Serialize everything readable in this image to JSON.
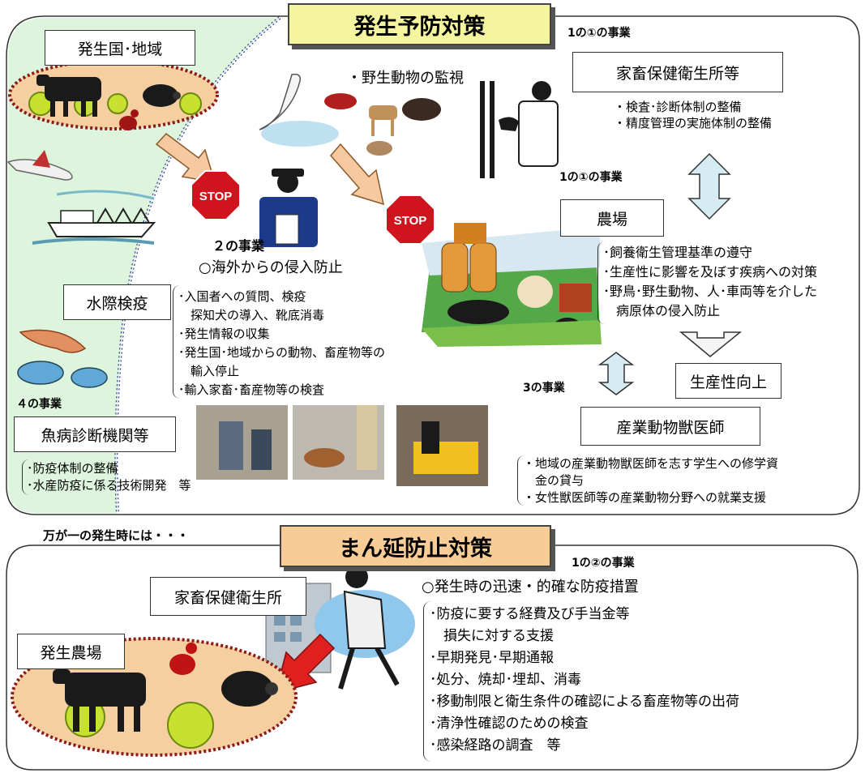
{
  "banners": {
    "prevention": "発生予防対策",
    "spread": "まん延防止対策"
  },
  "project_labels": {
    "p1a_top": "1の①の事業",
    "p1a_mid": "1の①の事業",
    "p2": "２の事業",
    "p3": "3の事業",
    "p4": "４の事業",
    "p1b": "1の②の事業"
  },
  "boxes": {
    "origin": "発生国･地域",
    "livestock_office": "家畜保健衛生所等",
    "farm": "農場",
    "quarantine": "水際検疫",
    "productivity": "生産性向上",
    "industrial_vet": "産業動物獣医師",
    "fish_lab": "魚病診断機関等",
    "office_small": "家畜保健衛生所",
    "outbreak_farm": "発生農場"
  },
  "texts": {
    "wildlife": "・野生動物の監視",
    "overseas": "○海外からの侵入防止",
    "emergency": "万が一の発生時には・・・",
    "rapid_response": "○発生時の迅速・的確な防疫措置"
  },
  "lists": {
    "office": [
      "・検査･診断体制の整備",
      "・精度管理の実施体制の整備"
    ],
    "farm": [
      "･飼養衛生管理基準の遵守",
      "･生産性に影響を及ぼす疾病への対策",
      "･野鳥･野生動物、人･車両等を介した",
      "　病原体の侵入防止"
    ],
    "border": [
      "･入国者への質問、検疫",
      "　探知犬の導入、靴底消毒",
      "･発生情報の収集",
      "･発生国･地域からの動物、畜産物等の",
      "　輸入停止",
      "･輸入家畜･畜産物等の検査"
    ],
    "vet": [
      "・地域の産業動物獣医師を志す学生への修学資",
      "　金の貸与",
      "・女性獣医師等の産業動物分野への就業支援"
    ],
    "fish": [
      "･防疫体制の整備",
      "･水産防疫に係る技術開発　等"
    ],
    "spread": [
      "･防疫に要する経費及び手当金等",
      "　損失に対する支援",
      "･早期発見･早期通報",
      "･処分、焼却･埋却、消毒",
      "･移動制限と衛生条件の確認による畜産物等の出荷",
      "･清浄性確認のための検査",
      "･感染経路の調査　等"
    ]
  },
  "stop_signs": [
    "STOP",
    "STOP"
  ],
  "colors": {
    "banner_yellow": "#f5f5a0",
    "banner_orange": "#f8cc96",
    "region_green": "#dcf5dc",
    "oval_fill": "#f5cfa0",
    "stop_red": "#d0141e",
    "arrow_orange": "#f6c9a0",
    "arrow_blue": "#d6ecf3"
  }
}
